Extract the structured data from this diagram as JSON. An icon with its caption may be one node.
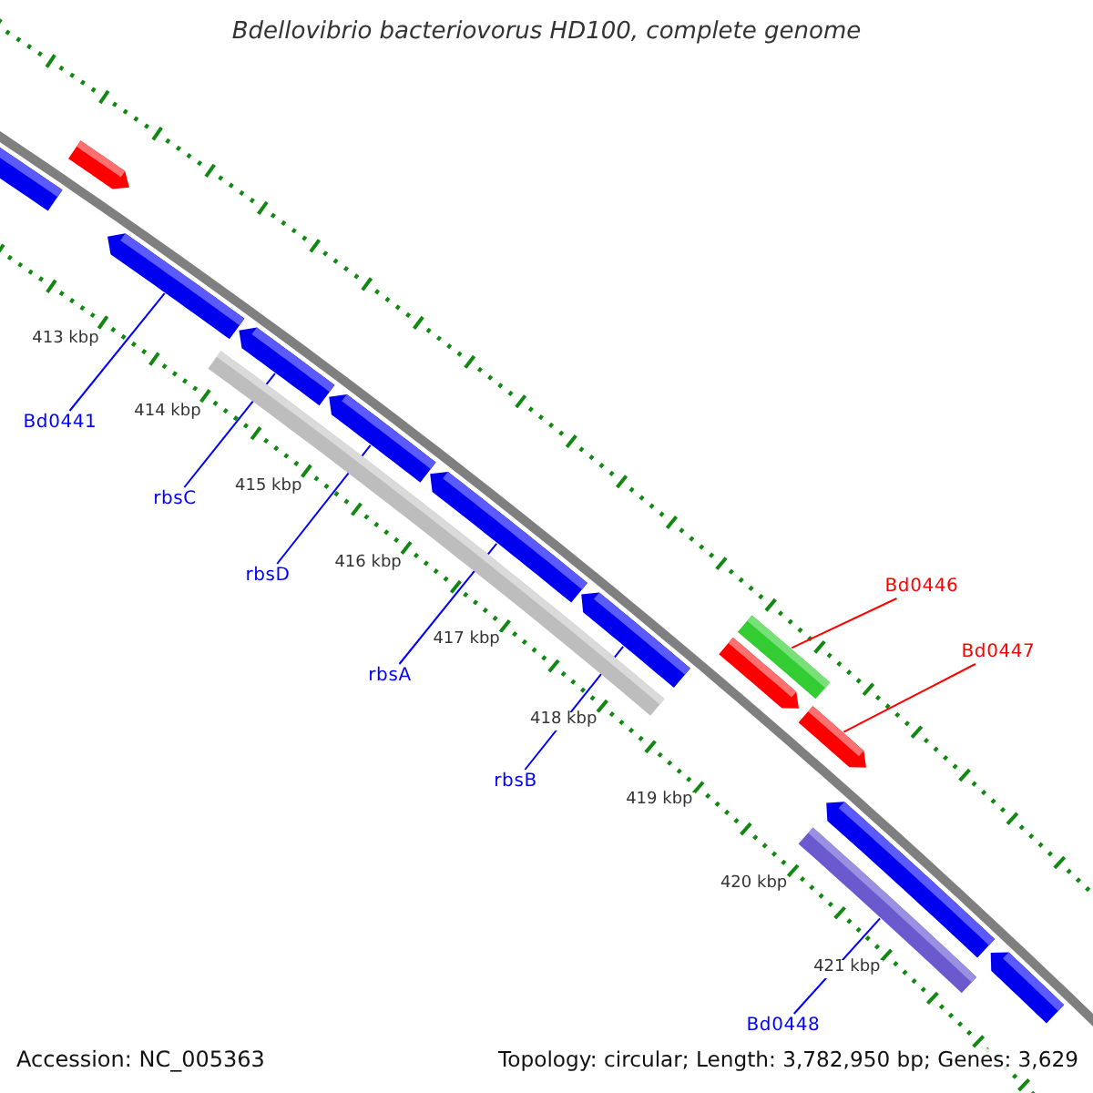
{
  "diagram": {
    "title": "Bdellovibrio bacteriovorus HD100, complete genome",
    "nodes": [
      {
        "text": [
          "Bd0441"
        ]
      },
      {
        "text": [
          "rbsC"
        ]
      },
      {
        "text": [
          "rbsD"
        ]
      },
      {
        "text": [
          "rbsA"
        ]
      },
      {
        "text": [
          "rbsB"
        ]
      },
      {
        "text": [
          "Bd0446"
        ]
      },
      {
        "text": [
          "Bd0447"
        ]
      },
      {
        "text": [
          "Bd0448"
        ]
      },
      {
        "text": [],
        "shape": "arrow"
      },
      {
        "text": [],
        "shape": "arrow"
      },
      {
        "text": [],
        "shape": "arrow"
      },
      {
        "text": [],
        "shape": "arrow"
      },
      {
        "text": [],
        "shape": "arrow"
      },
      {
        "text": [],
        "shape": "arrow"
      },
      {
        "text": [],
        "shape": "arrow"
      },
      {
        "text": [],
        "shape": "arrow"
      },
      {
        "text": [],
        "shape": "arrow"
      },
      {
        "text": [],
        "shape": "arrow"
      },
      {
        "text": [],
        "shape": "arrow"
      },
      {
        "text": [],
        "shape": "bar"
      },
      {
        "text": [],
        "shape": "bar"
      },
      {
        "text": [],
        "shape": "bar"
      }
    ],
    "edges": [
      {
        "from": 0,
        "to": 9,
        "arrow": "none"
      },
      {
        "from": 1,
        "to": 10,
        "arrow": "none"
      },
      {
        "from": 2,
        "to": 11,
        "arrow": "none"
      },
      {
        "from": 3,
        "to": 12,
        "arrow": "none"
      },
      {
        "from": 4,
        "to": 13,
        "arrow": "none"
      },
      {
        "from": 5,
        "to": 19,
        "arrow": "none",
        "color": "#ff0000"
      },
      {
        "from": 6,
        "to": 18,
        "arrow": "none",
        "color": "#ff0000"
      },
      {
        "from": 7,
        "to": 21,
        "arrow": "none"
      }
    ],
    "labels": [
      "413 kbp",
      "414 kbp",
      "415 kbp",
      "416 kbp",
      "417 kbp",
      "418 kbp",
      "419 kbp",
      "420 kbp",
      "421 kbp",
      "Accession: NC_005363",
      "Topology: circular; Length: 3,782,950 bp; Genes: 3,629"
    ]
  }
}
